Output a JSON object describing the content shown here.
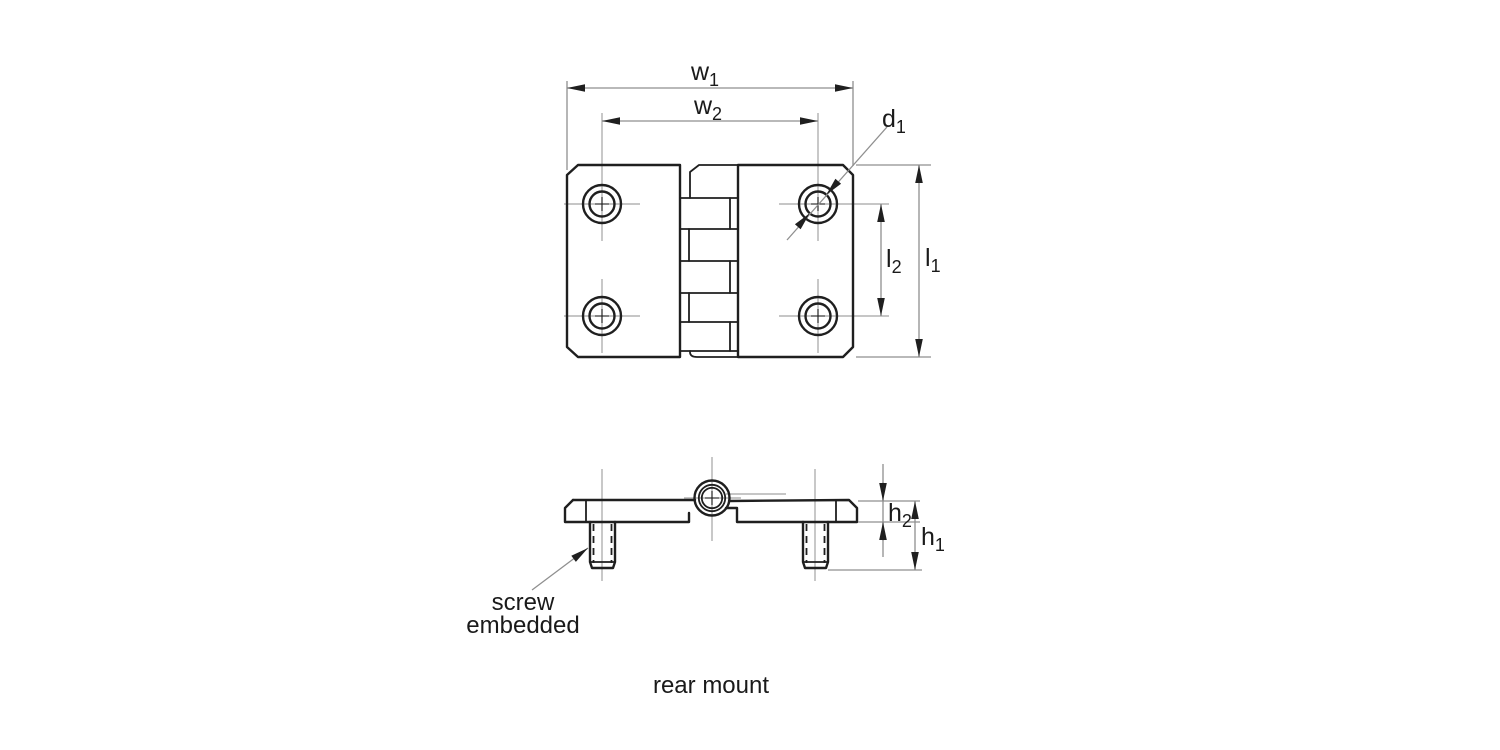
{
  "drawing": {
    "title": "rear mount",
    "type": "hinge technical drawing, top view and side view"
  },
  "dimensions": {
    "w1": {
      "base": "w",
      "sub": "1"
    },
    "w2": {
      "base": "w",
      "sub": "2"
    },
    "d1": {
      "base": "d",
      "sub": "1"
    },
    "l1": {
      "base": "l",
      "sub": "1"
    },
    "l2": {
      "base": "l",
      "sub": "2"
    },
    "h1": {
      "base": "h",
      "sub": "1"
    },
    "h2": {
      "base": "h",
      "sub": "2"
    }
  },
  "annotations": {
    "screw_note_line1": "screw",
    "screw_note_line2": "embedded",
    "caption": "rear mount"
  },
  "colors": {
    "outline": "#1f1f1f",
    "dimline": "#8f8f8f",
    "centerline": "#a3a3a3",
    "textcolor": "#1a1a1a",
    "paper": "#ffffff"
  }
}
